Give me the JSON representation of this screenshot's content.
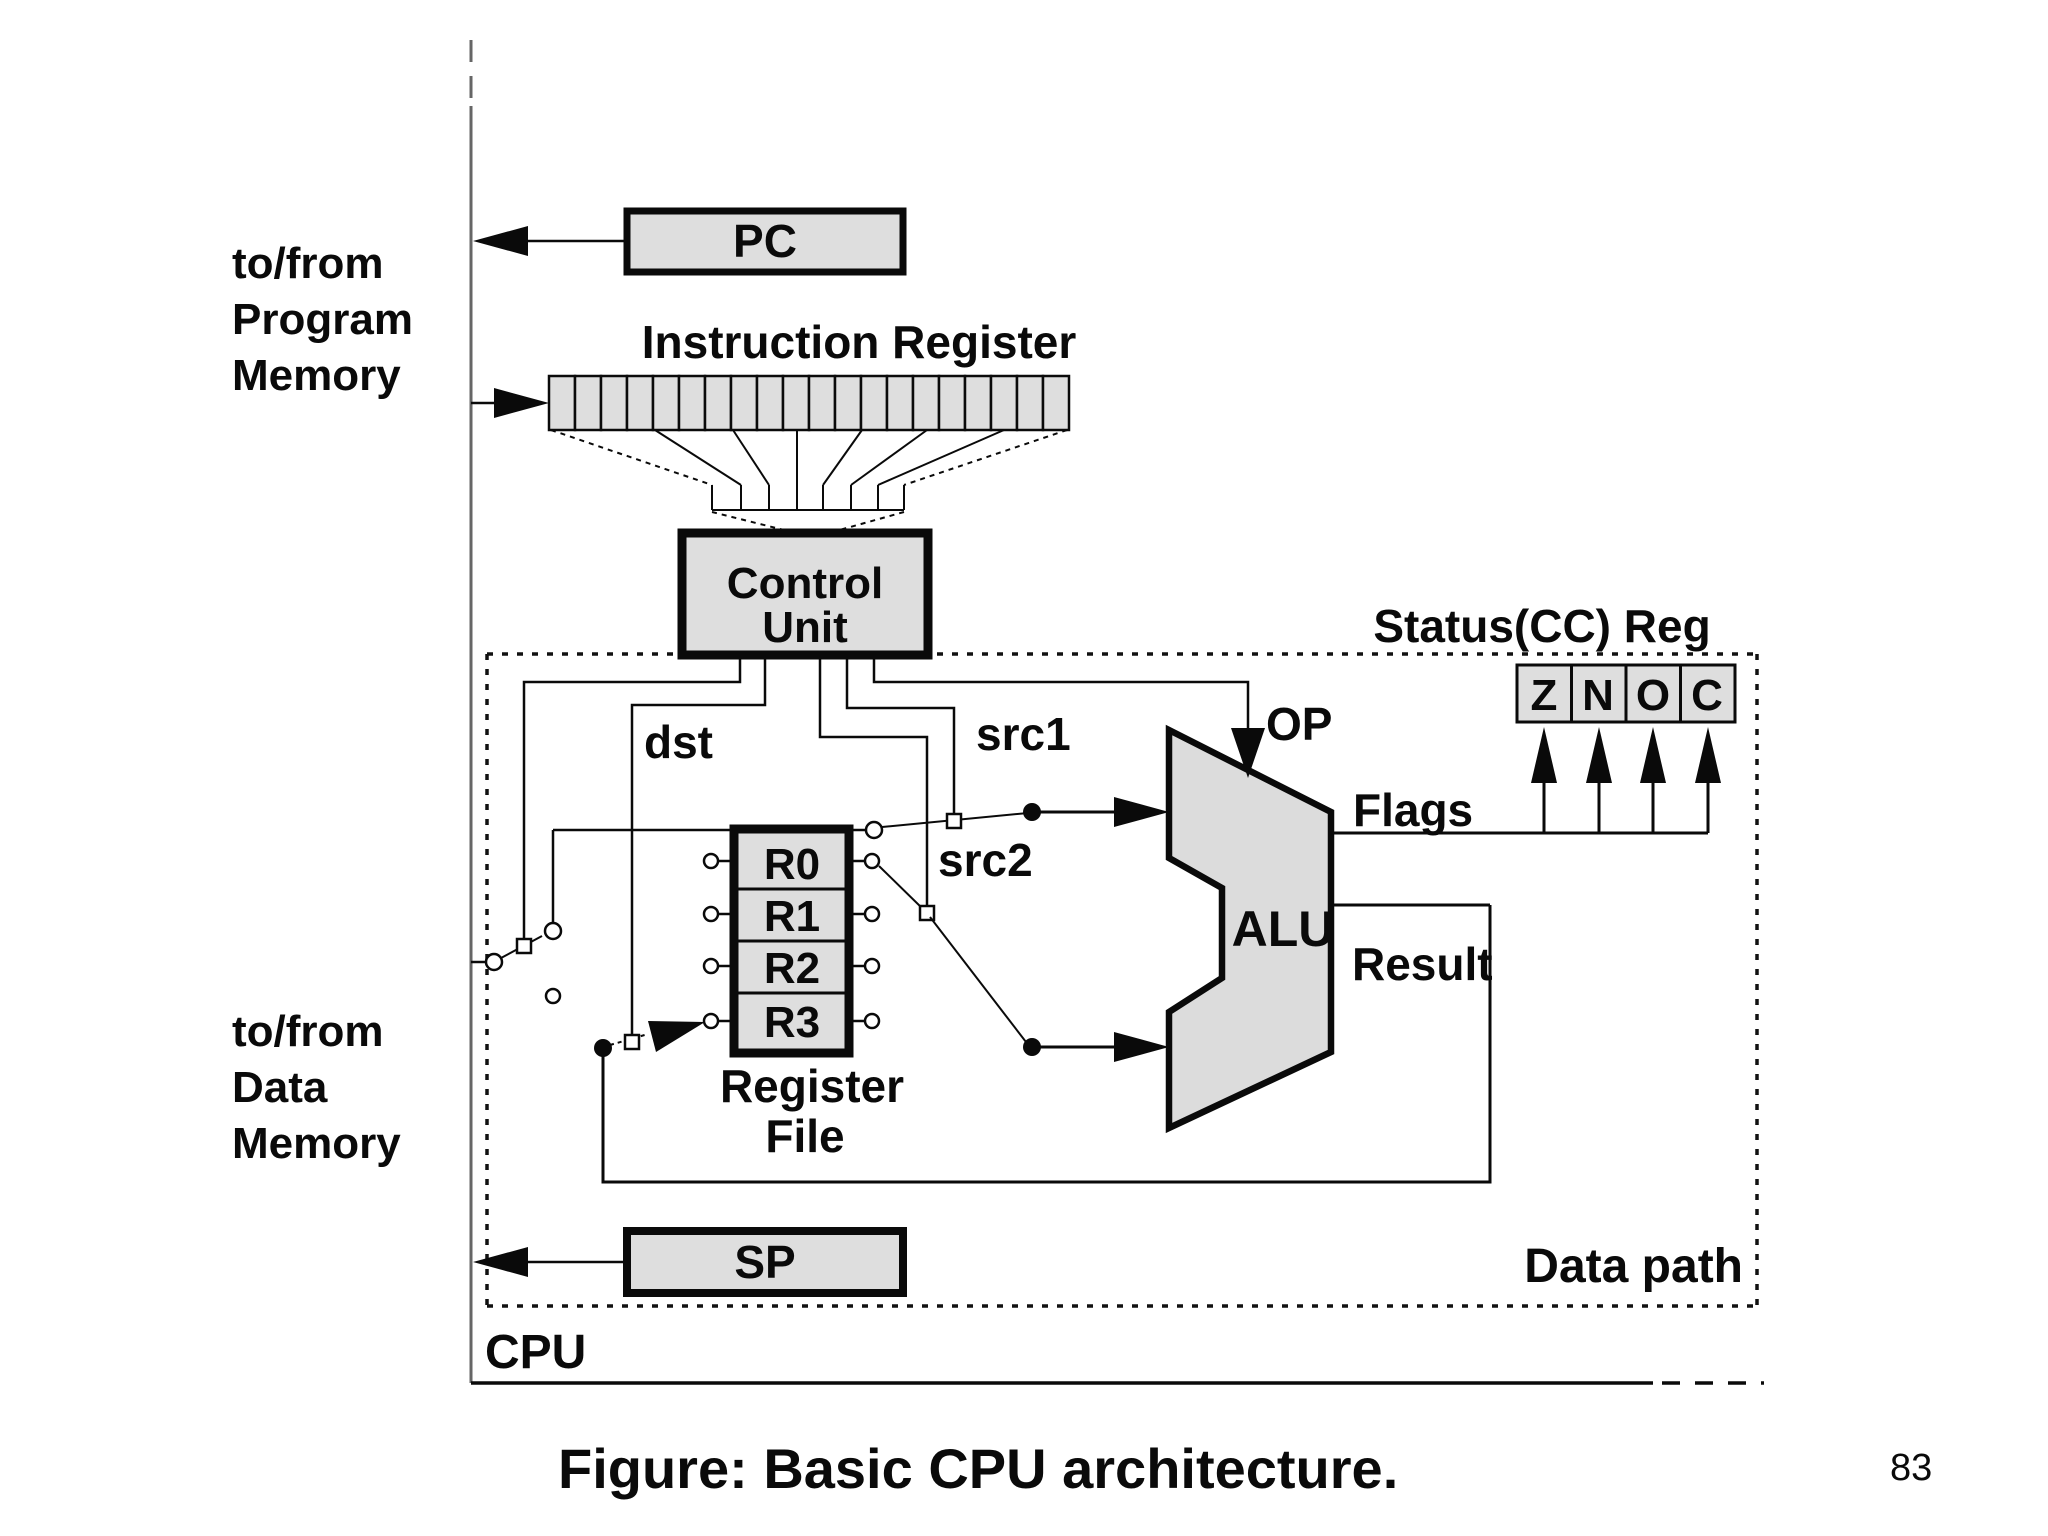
{
  "page": {
    "caption": "Figure: Basic CPU architecture.",
    "page_number": "83"
  },
  "labels": {
    "program_memory_line1": "to/from",
    "program_memory_line2": "Program",
    "program_memory_line3": "Memory",
    "data_memory_line1": "to/from",
    "data_memory_line2": "Data",
    "data_memory_line3": "Memory",
    "cpu": "CPU",
    "data_path": "Data path"
  },
  "blocks": {
    "pc": "PC",
    "sp": "SP",
    "instruction_register": "Instruction Register",
    "control_unit_line1": "Control",
    "control_unit_line2": "Unit",
    "alu": "ALU",
    "register_file": {
      "title_line1": "Register",
      "title_line2": "File",
      "registers": [
        "R0",
        "R1",
        "R2",
        "R3"
      ]
    },
    "status_reg": {
      "title": "Status(CC) Reg",
      "flags": [
        "Z",
        "N",
        "O",
        "C"
      ]
    }
  },
  "signals": {
    "dst": "dst",
    "src1": "src1",
    "src2": "src2",
    "op": "OP",
    "flags": "Flags",
    "result": "Result"
  },
  "colors": {
    "box_fill": "#dedede",
    "line": "#0a0a0a",
    "bus": "#666666",
    "page_number": "#909090"
  }
}
